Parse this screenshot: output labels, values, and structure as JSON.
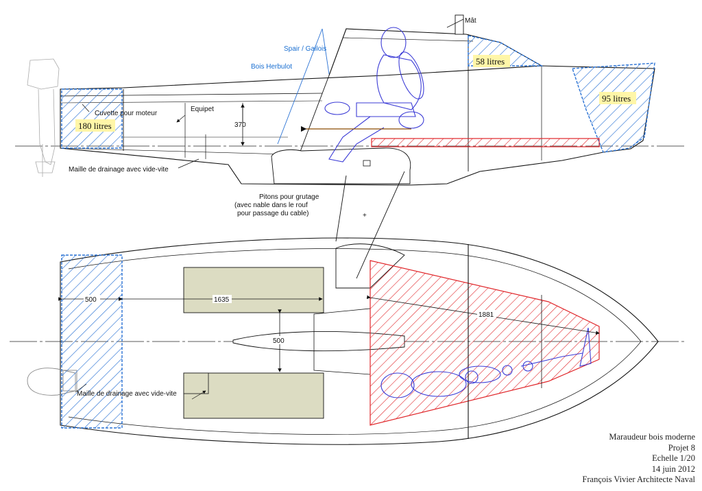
{
  "labels": {
    "mat": "Mât",
    "spair": "Spair / Gallois",
    "bois_herbulot": "Bois Herbulot",
    "cuvette": "Cuvette pour moteur",
    "equipet": "Equipet",
    "maille_top": "Maille de drainage avec vide-vite",
    "pitons_1": "Pitons pour grutage",
    "pitons_2": "(avec nable dans le rouf",
    "pitons_3": "pour passage du cable)",
    "maille_bottom": "Maille de drainage avec vide-vite"
  },
  "volumes": {
    "aft": "180 litres",
    "cabin": "58 litres",
    "bow": "95 litres"
  },
  "dimensions": {
    "d370": "370",
    "d500_left": "500",
    "d1635": "1635",
    "d500_center": "500",
    "d1881": "1881"
  },
  "title_block": {
    "line1": "Maraudeur bois moderne",
    "line2": "Projet 8",
    "line3": "Echelle 1/20",
    "line4": "14 juin 2012",
    "line5": "François Vivier Architecte Naval"
  },
  "colors": {
    "hatch_blue": "#2a72d4",
    "hatch_red": "#e0262a",
    "seat_fill": "#dcdcc2",
    "figure": "#3b3bd6",
    "label_blue": "#1a6fd1"
  }
}
